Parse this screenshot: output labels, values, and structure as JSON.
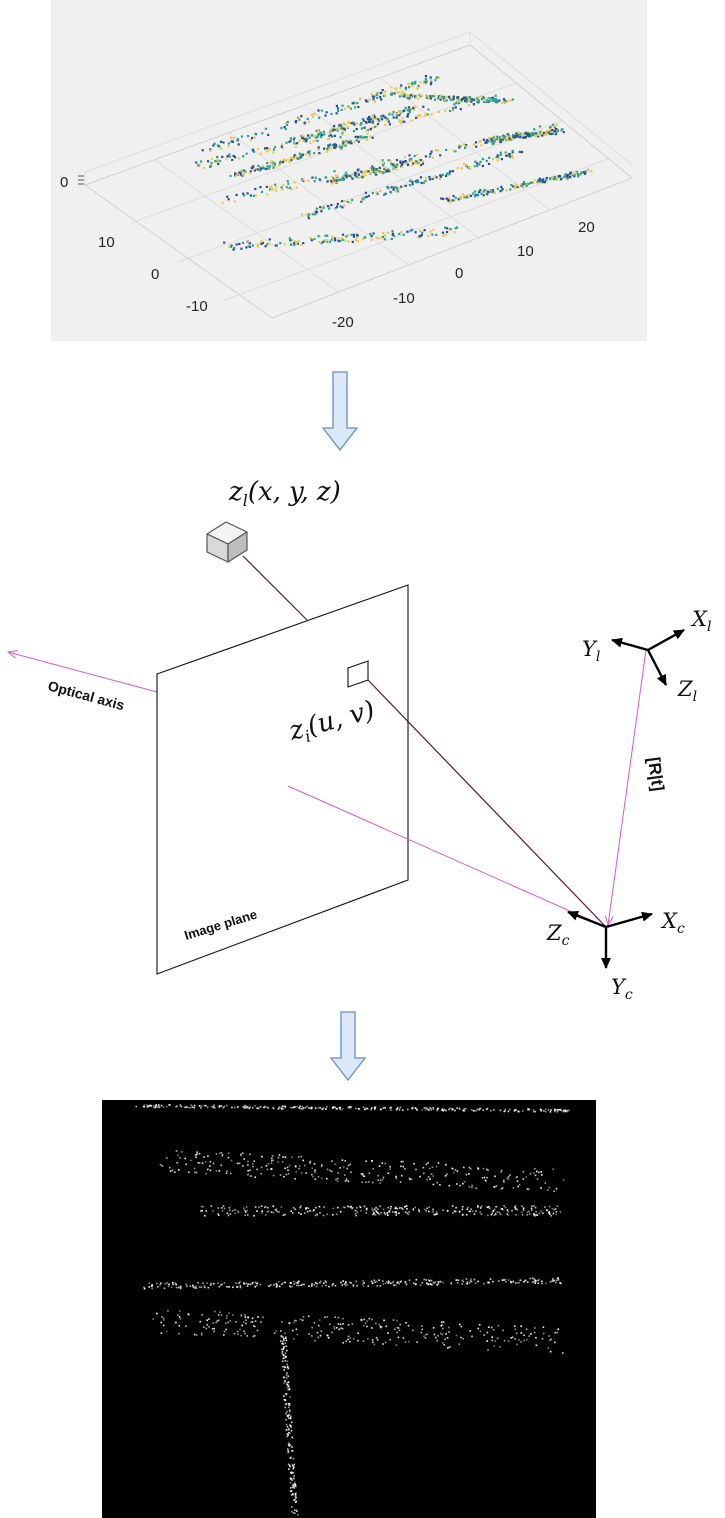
{
  "colors": {
    "panel_bg": "#f0f0f0",
    "arrow_fill": "#dbe8f8",
    "arrow_stroke": "#6f8fb8",
    "ray_dark": "#5a1838",
    "ray_pink": "#d75ad0",
    "pointcloud_low": "#2b4c9a",
    "pointcloud_mid": "#27a394",
    "pointcloud_high": "#e9c84a",
    "depth_bg": "#000000",
    "depth_point": "#ffffff"
  },
  "pointcloud_plot": {
    "z_tick": "0",
    "y_ticks": [
      "10",
      "0",
      "-10"
    ],
    "x_ticks_back": [
      "20",
      "10",
      "0",
      "-10",
      "-20"
    ]
  },
  "projection": {
    "lidar_point": {
      "base": "z",
      "sub": "l",
      "args": "(x, y, z)"
    },
    "image_point": {
      "base": "z",
      "sub": "i",
      "args": "(u, v)"
    },
    "optical_axis_label": "Optical axis",
    "image_plane_label": "Image plane",
    "transform_label": "[R|t]",
    "lidar_frame": {
      "x": {
        "base": "X",
        "sub": "l"
      },
      "y": {
        "base": "Y",
        "sub": "l"
      },
      "z": {
        "base": "Z",
        "sub": "l"
      }
    },
    "camera_frame": {
      "x": {
        "base": "X",
        "sub": "c"
      },
      "y": {
        "base": "Y",
        "sub": "c"
      },
      "z": {
        "base": "Z",
        "sub": "c"
      }
    }
  }
}
